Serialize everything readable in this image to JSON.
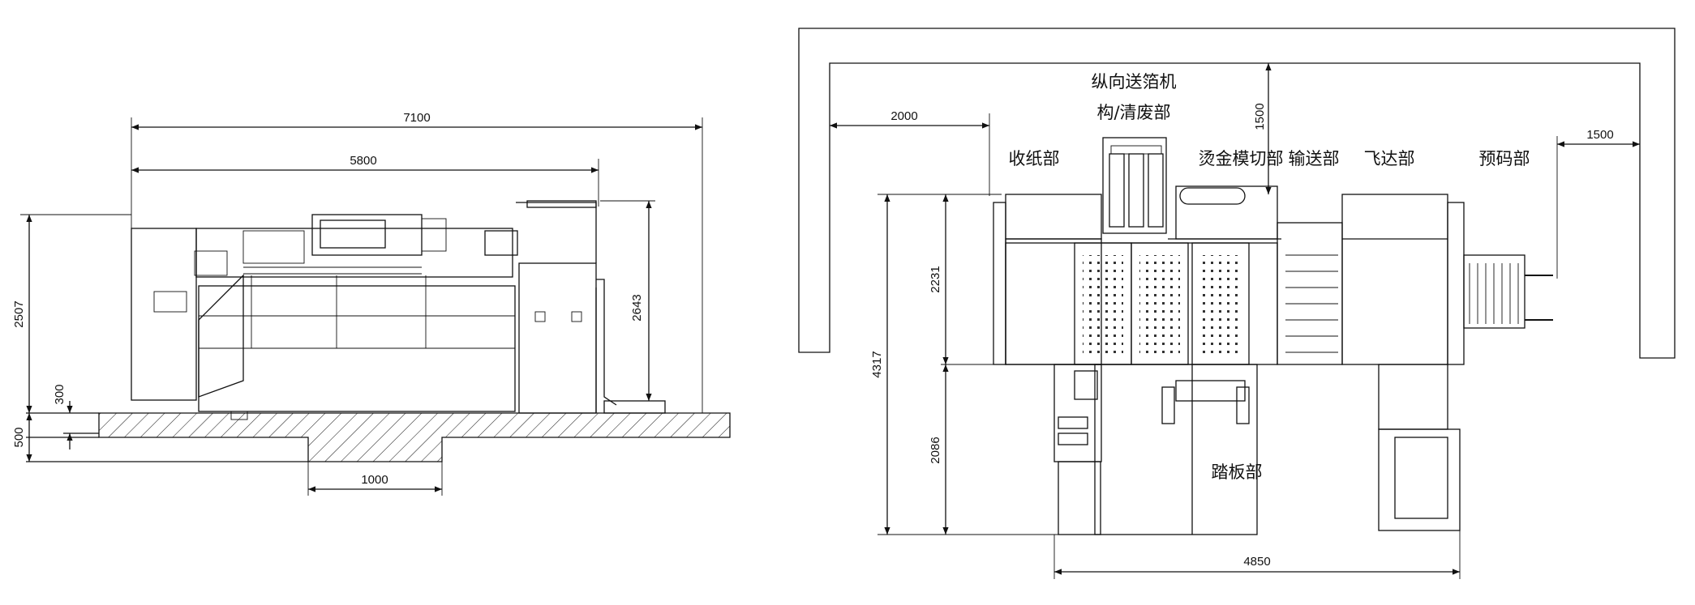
{
  "side_view": {
    "dim_total_length": "7100",
    "dim_frame_length": "5800",
    "dim_total_height": "2507",
    "dim_feeder_height": "2643",
    "dim_pit_depth": "500",
    "dim_base_offset": "300",
    "dim_pit_width": "1000"
  },
  "top_view": {
    "labels": {
      "delivery": "收纸部",
      "foil_feed_line1": "纵向送箔机",
      "foil_feed_line2": "构/清废部",
      "stamping_cutting": "烫金模切部",
      "transfer": "输送部",
      "feeder": "飞达部",
      "pre_stack": "预码部",
      "pedal": "踏板部"
    },
    "dim_left_clearance": "2000",
    "dim_top_clearance": "1500",
    "dim_right_clearance": "1500",
    "dim_upper_depth": "2231",
    "dim_lower_depth": "2086",
    "dim_total_depth": "4317",
    "dim_total_width": "4850"
  }
}
